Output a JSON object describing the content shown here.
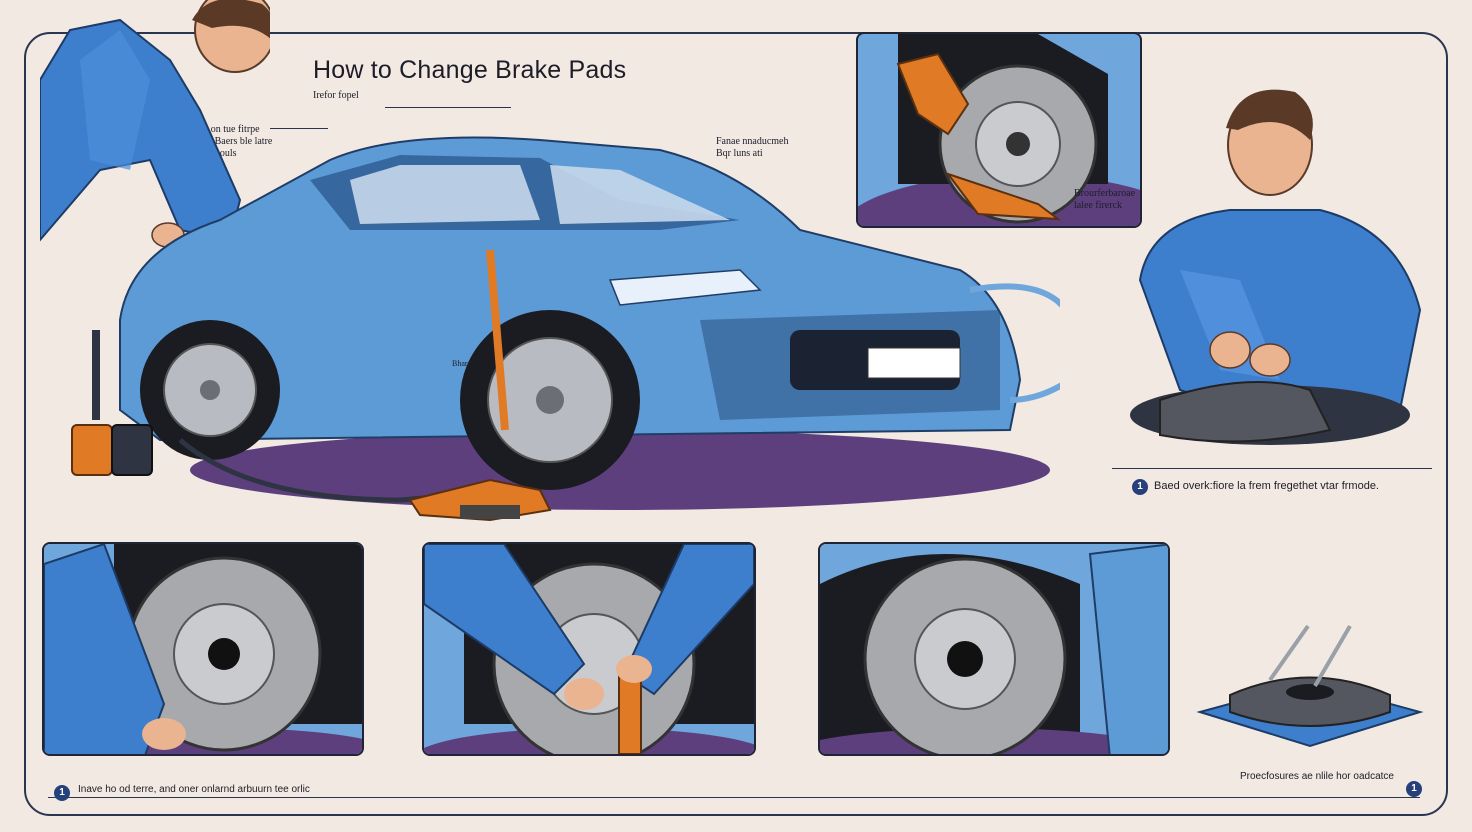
{
  "title": "How to Change Brake Pads",
  "subtitle": "Irefor fopel",
  "labels": {
    "left_callout": "Bride on tue fitrpe\nSharfe Baers ble latre\nrise aon ouls",
    "center_callout": "Fanae nnaducmeh\nBqr luns ati",
    "inset_callout": "Brourferbaroae\nlalee firerck",
    "plate_text": "Bhar"
  },
  "steps": {
    "step_right_top": {
      "number": "1",
      "caption": "Baed overk:fiore la frem fregethet vtar frmode."
    },
    "step_bottom_left": {
      "number": "1",
      "caption": "Inave ho od terre, and oner onlarnd arbuurn tee orlic"
    },
    "step_bottom_right": {
      "number": "1",
      "caption": "Proecfosures ae nlile hor oadcatce"
    }
  },
  "colors": {
    "car_body": "#5d9bd6",
    "car_dark": "#2f5f95",
    "uniform": "#3e7fcd",
    "tool_orange": "#e07a25",
    "rotor": "#a7a9ad",
    "ground": "#5e3f7d",
    "frame": "#2a3550"
  },
  "icons": [
    "mechanic-left-figure",
    "mechanic-right-figure",
    "car-illustration",
    "jack-icon",
    "brake-caliper-icon",
    "brake-rotor-icon",
    "brake-pad-icon",
    "fluid-container-icon"
  ]
}
